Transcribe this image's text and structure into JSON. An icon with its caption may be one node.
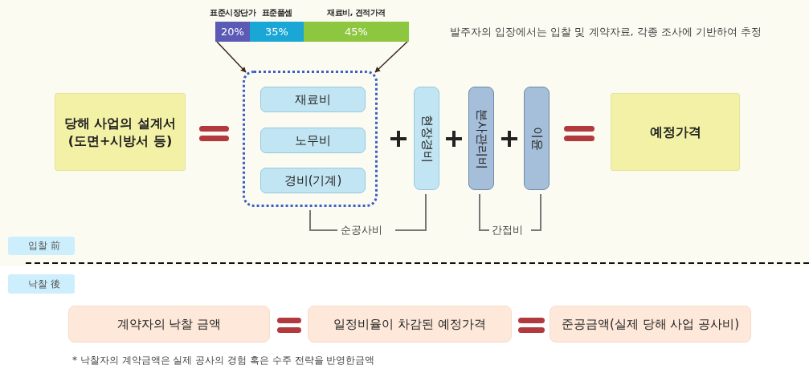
{
  "diagram": {
    "nodes": [
      {
        "text": [
          "표준시장단가",
          "20%"
        ]
      },
      {
        "text": [
          "표준품셈",
          "35%"
        ]
      },
      {
        "text": [
          "재료비, 견적가격",
          "45%"
        ]
      },
      {
        "text": [
          "당해 사업의 설계서 (도면+시방서 등)"
        ]
      },
      {
        "text": [],
        "shape": "box"
      },
      {
        "text": [
          "재료비"
        ],
        "in": 4
      },
      {
        "text": [
          "노무비"
        ],
        "in": 4
      },
      {
        "text": [
          "경비(기계)"
        ],
        "in": 4
      },
      {
        "text": [
          "현장경비"
        ]
      },
      {
        "text": [
          "본사관리비"
        ]
      },
      {
        "text": [
          "이윤"
        ]
      },
      {
        "text": [
          "예정가격"
        ]
      },
      {
        "text": [
          "입찰 前"
        ]
      },
      {
        "text": [
          "낙찰 後"
        ]
      },
      {
        "text": [
          "계약자의 낙찰 금액"
        ]
      },
      {
        "text": [
          "일정비율이 차감된 예정가격"
        ]
      },
      {
        "text": [
          "준공금액(실제 당해 사업 공사비)"
        ]
      }
    ],
    "edges": [
      {
        "from": 0,
        "to": 4,
        "arrow": "to"
      },
      {
        "from": 2,
        "to": 4,
        "arrow": "to"
      }
    ],
    "labels": [
      "발주자의 입장에서는 입찰 및 계약자료, 각종 조사에 기반하여 추정",
      "순공사비",
      "간접비",
      "* 낙찰자의 계약금액은 실제 공사의 경험 혹은 수주 전략을 반영한금액"
    ]
  }
}
